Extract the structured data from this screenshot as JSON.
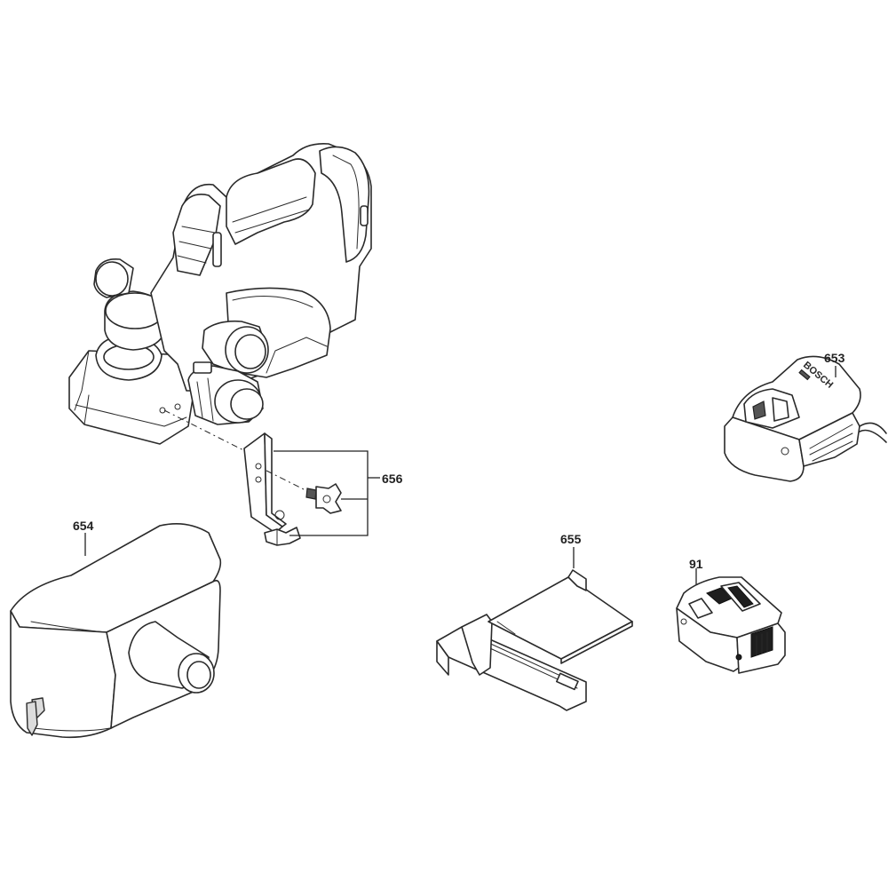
{
  "callouts": {
    "p653": "653",
    "p654": "654",
    "p655": "655",
    "p656": "656",
    "p91": "91"
  },
  "charger_logo": "BOSCH"
}
